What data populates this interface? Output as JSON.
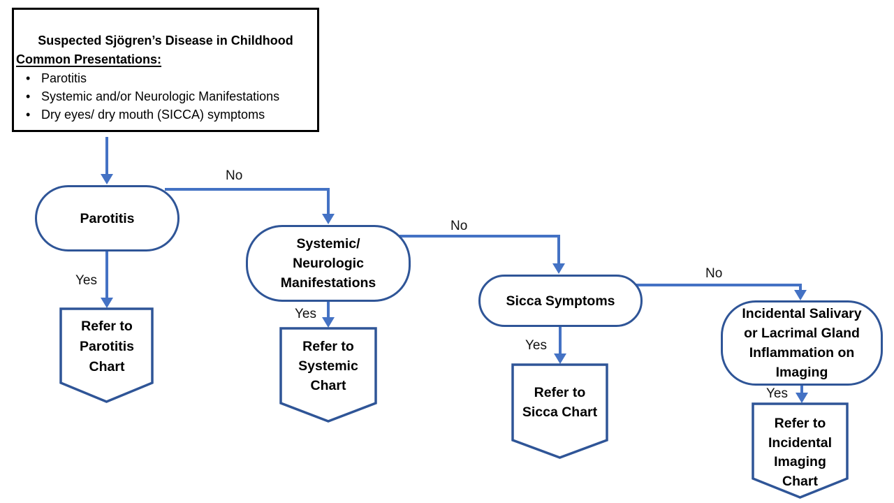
{
  "colors": {
    "connector_line": "#4472C4",
    "shape_border": "#2F5597",
    "box_border": "#000000",
    "text": "#000000"
  },
  "header_box": {
    "title": "Suspected Sjögren’s Disease in Childhood",
    "subtitle": "Common Presentations:",
    "bullet_glyph": "•",
    "bullets": [
      "Parotitis",
      "Systemic and/or Neurologic Manifestations",
      "Dry eyes/ dry mouth (SICCA) symptoms"
    ]
  },
  "decision_nodes": {
    "parotitis": {
      "lines": [
        "Parotitis"
      ]
    },
    "systemic": {
      "lines": [
        "Systemic/",
        "Neurologic",
        "Manifestations"
      ]
    },
    "sicca": {
      "lines": [
        "Sicca Symptoms"
      ]
    },
    "incidental": {
      "lines": [
        "Incidental Salivary",
        "or Lacrimal Gland",
        "Inflammation on",
        "Imaging"
      ]
    }
  },
  "terminal_nodes": {
    "parotitis_chart": {
      "lines": [
        "Refer to",
        "Parotitis",
        "Chart"
      ]
    },
    "systemic_chart": {
      "lines": [
        "Refer to",
        "Systemic",
        "Chart"
      ]
    },
    "sicca_chart": {
      "lines": [
        "Refer to",
        "Sicca Chart"
      ]
    },
    "incidental_chart": {
      "lines": [
        "Refer to",
        "Incidental",
        "Imaging",
        "Chart"
      ]
    }
  },
  "edge_labels": {
    "yes": "Yes",
    "no": "No"
  }
}
